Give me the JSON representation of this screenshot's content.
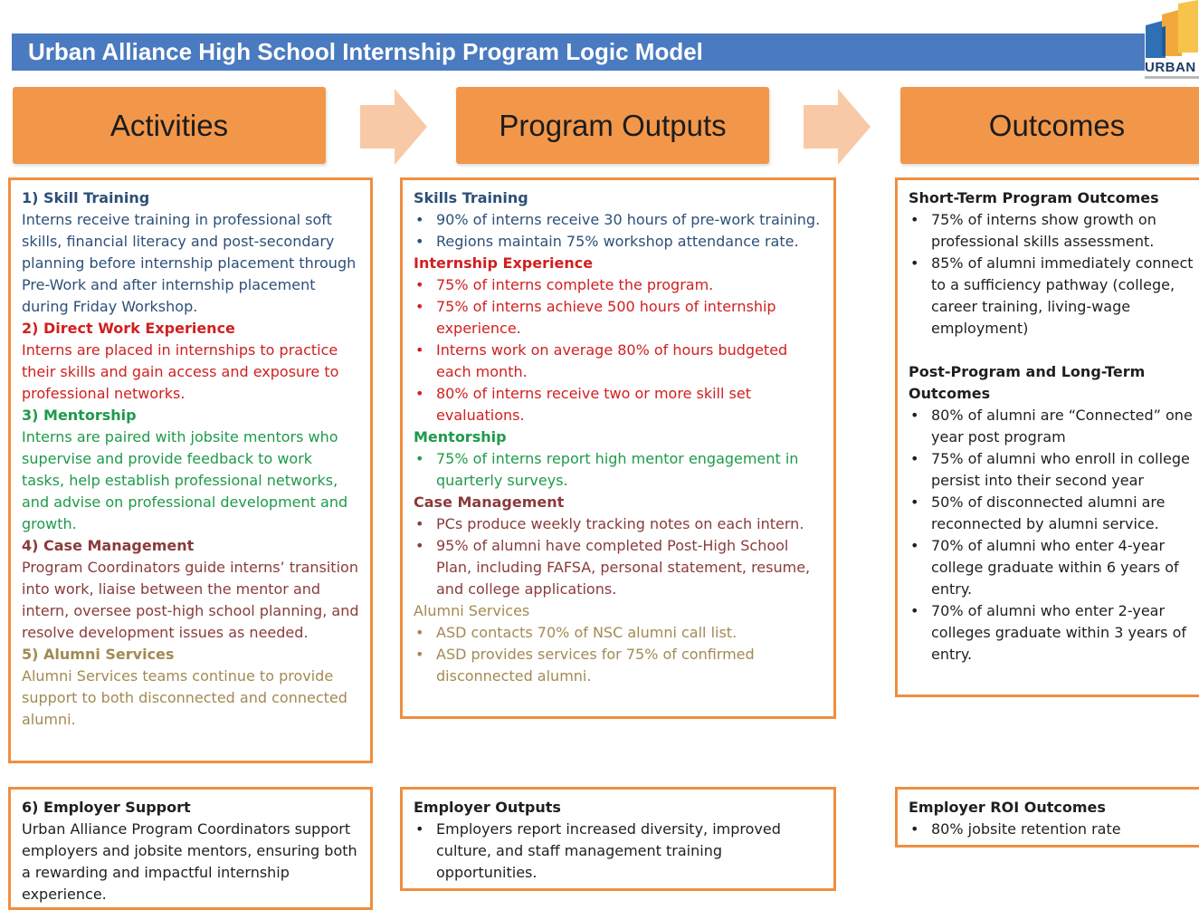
{
  "title": "Urban Alliance High School Internship Program Logic Model",
  "logo": {
    "text": "URBAN"
  },
  "colors": {
    "title_bar": "#4a7abf",
    "header_orange": "#f2974a",
    "panel_border": "#f08e3f",
    "blue": "#2c4f78",
    "red": "#d11f1f",
    "green": "#1e9a4a",
    "maroon": "#8a3b3b",
    "olive": "#a28a52"
  },
  "headers": {
    "activities": "Activities",
    "program_outputs": "Program Outputs",
    "outcomes": "Outcomes"
  },
  "activities": {
    "skill_training": {
      "title": "1) Skill Training",
      "text": "Interns receive training in professional soft skills, financial literacy and post-secondary planning before internship placement through Pre-Work and after internship placement during Friday Workshop."
    },
    "direct_work": {
      "title": "2) Direct Work Experience",
      "text": "Interns are placed in internships to practice their skills and gain access and exposure to professional networks."
    },
    "mentorship": {
      "title": "3) Mentorship",
      "text": "Interns are paired with jobsite mentors who supervise and provide feedback to work tasks, help establish professional networks, and advise on professional development and growth."
    },
    "case_management": {
      "title": "4) Case Management",
      "text": "Program Coordinators guide interns’ transition into work,  liaise between the mentor and intern, oversee post-high school planning, and resolve development issues as needed."
    },
    "alumni_services": {
      "title": "5) Alumni Services",
      "text": "Alumni Services teams continue to provide support to both disconnected and connected alumni."
    }
  },
  "outputs": {
    "skills_training": {
      "title": "Skills Training",
      "items": [
        "90% of interns receive 30 hours of pre-work training.",
        "Regions maintain 75% workshop attendance rate."
      ]
    },
    "internship_experience": {
      "title": "Internship Experience",
      "items": [
        "75% of interns complete the program.",
        "75% of interns achieve 500 hours of internship experience.",
        "Interns work on average 80% of hours budgeted each month.",
        "80% of interns receive two or more skill set evaluations."
      ]
    },
    "mentorship": {
      "title": "Mentorship",
      "items": [
        "75% of interns report high mentor engagement in quarterly surveys."
      ]
    },
    "case_management": {
      "title": "Case Management",
      "items": [
        "PCs produce weekly tracking notes on each intern.",
        "95% of alumni have completed Post-High School Plan, including FAFSA, personal statement, resume, and college applications."
      ]
    },
    "alumni_services": {
      "title": "Alumni Services",
      "items": [
        "ASD contacts 70% of NSC alumni call list.",
        "ASD provides services for 75% of confirmed disconnected alumni."
      ]
    }
  },
  "outcomes": {
    "short_term": {
      "title": "Short-Term Program Outcomes",
      "items": [
        "75% of interns show growth on professional skills assessment.",
        "85% of alumni immediately connect to a sufficiency pathway (college, career training, living-wage employment)"
      ]
    },
    "long_term": {
      "title": "Post-Program and Long-Term Outcomes",
      "items": [
        "80% of alumni are “Connected” one year post program",
        "75% of alumni who enroll in college persist into their second year",
        "50% of disconnected alumni are reconnected by alumni service.",
        "70% of alumni who enter 4-year college graduate within 6 years of entry.",
        "70% of alumni who enter 2-year colleges graduate within 3 years of entry."
      ]
    }
  },
  "employer": {
    "support": {
      "title": "6) Employer Support",
      "text": "Urban Alliance Program Coordinators support employers and jobsite mentors, ensuring both a rewarding and impactful internship experience."
    },
    "outputs": {
      "title": "Employer Outputs",
      "items": [
        "Employers report increased diversity, improved culture, and staff management training opportunities."
      ]
    },
    "roi": {
      "title": "Employer ROI Outcomes",
      "items": [
        "80% jobsite retention rate"
      ]
    }
  }
}
